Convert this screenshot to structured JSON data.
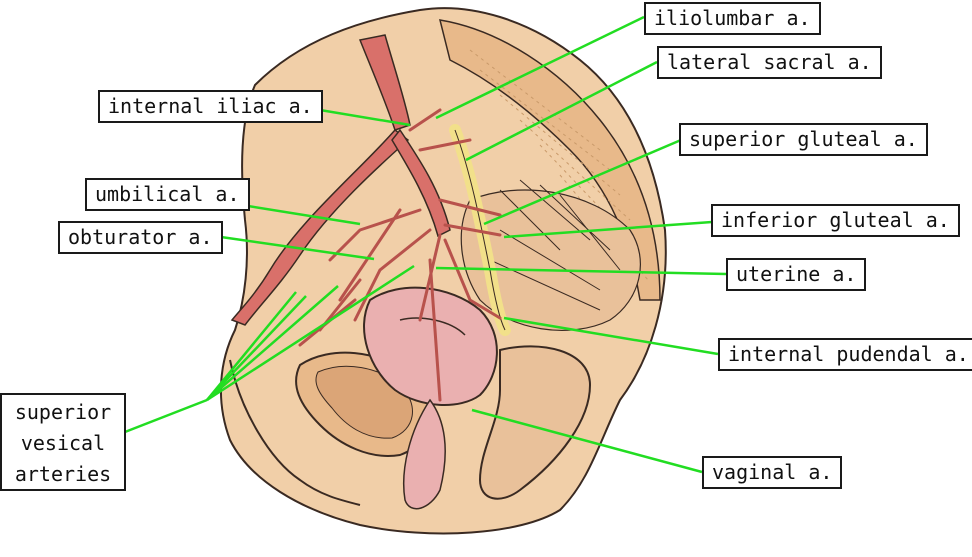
{
  "labels": {
    "iliolumbar": "iliolumbar a.",
    "lateral_sacral": "lateral sacral a.",
    "internal_iliac": "internal iliac a.",
    "superior_gluteal": "superior gluteal a.",
    "umbilical": "umbilical a.",
    "inferior_gluteal": "inferior gluteal a.",
    "obturator": "obturator a.",
    "uterine": "uterine a.",
    "internal_pudendal": "internal pudendal a.",
    "superior_vesical_lines": [
      "superior",
      "vesical",
      "arteries"
    ],
    "vaginal": "vaginal a."
  },
  "colors": {
    "leader_line": "#22dd22",
    "artery": "#d9706a",
    "artery_dark": "#b8524c",
    "tissue": "#f1cfa8",
    "tissue_light": "#f6dcc0",
    "bone": "#e8b98a",
    "nerve_yellow": "#f2e08a",
    "uterus_pink": "#eab0b0",
    "outline": "#3a2a22"
  }
}
